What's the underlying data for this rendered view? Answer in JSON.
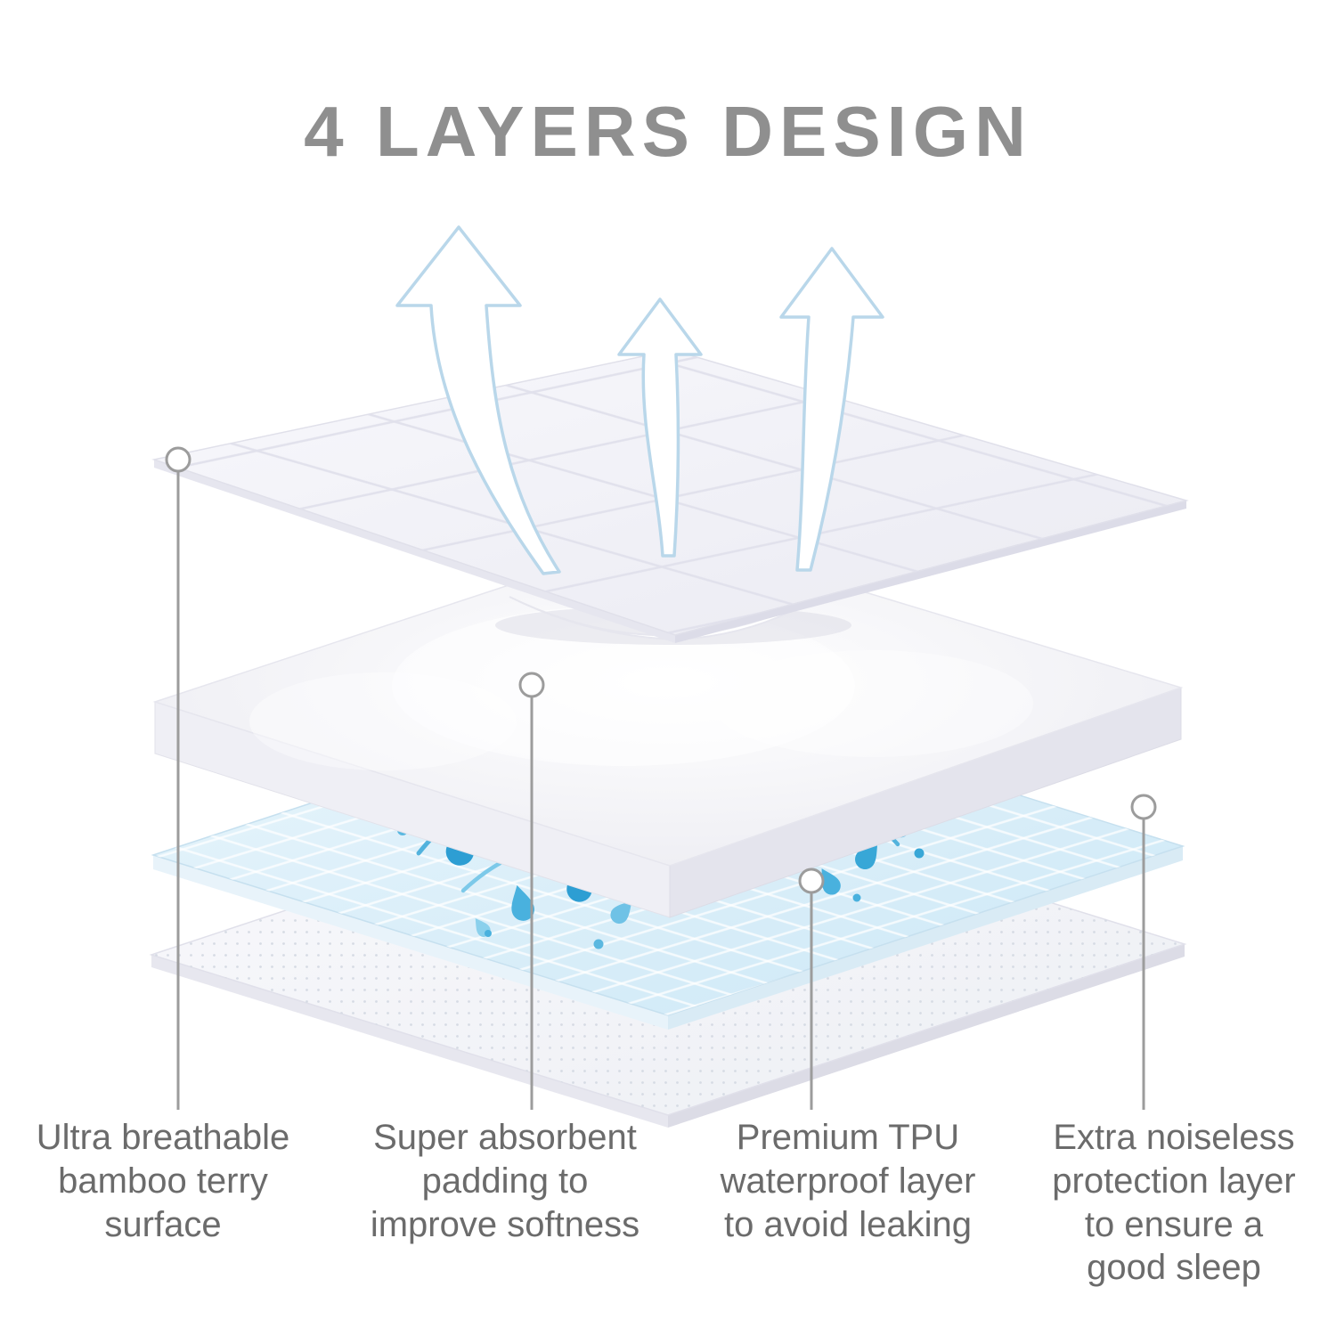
{
  "title": "4 LAYERS DESIGN",
  "colors": {
    "title_text": "#8f8f8f",
    "label_text": "#6b6b6b",
    "callout_line": "#9c9c9c",
    "tpu_layer_blue": "#d5eaf6",
    "water_splash_blue": "#2d9ed3",
    "arrow_outline_blue": "#b9d7ea"
  },
  "layers": [
    {
      "id": "bamboo-terry-surface",
      "label": "Ultra breathable bamboo terry surface",
      "lines": [
        "Ultra breathable",
        "bamboo terry",
        "surface"
      ]
    },
    {
      "id": "absorbent-padding",
      "label": "Super absorbent padding to improve softness",
      "lines": [
        "Super absorbent",
        "padding to",
        "improve softness"
      ]
    },
    {
      "id": "tpu-waterproof-layer",
      "label": "Premium TPU waterproof layer to avoid leaking",
      "lines": [
        "Premium TPU",
        "waterproof layer",
        "to avoid leaking"
      ]
    },
    {
      "id": "noiseless-protection-layer",
      "label": "Extra noiseless protection layer to ensure a good sleep",
      "lines": [
        "Extra noiseless",
        "protection layer",
        "to ensure a",
        "good sleep"
      ]
    }
  ]
}
